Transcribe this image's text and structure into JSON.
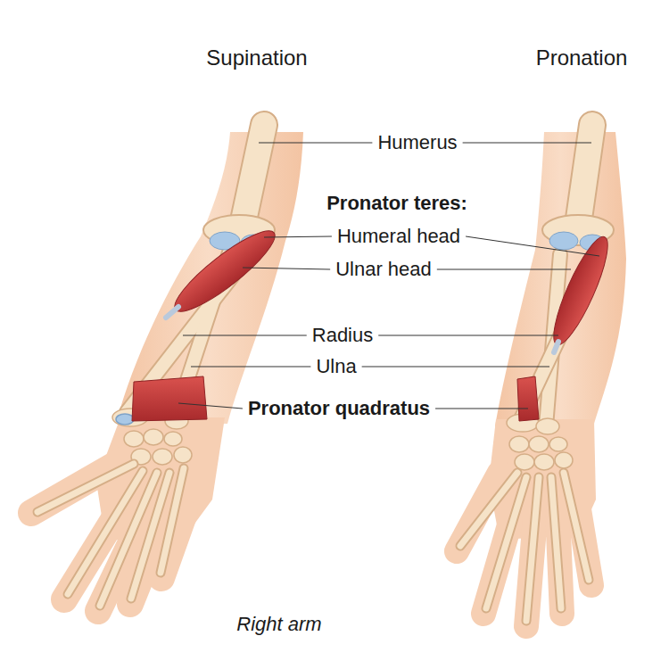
{
  "diagram": {
    "labels": [
      "Supination",
      "Pronation",
      "Humerus",
      "Pronator teres:",
      "Humeral head",
      "Ulnar head",
      "Radius",
      "Ulna",
      "Pronator quadratus",
      "Right arm"
    ]
  }
}
